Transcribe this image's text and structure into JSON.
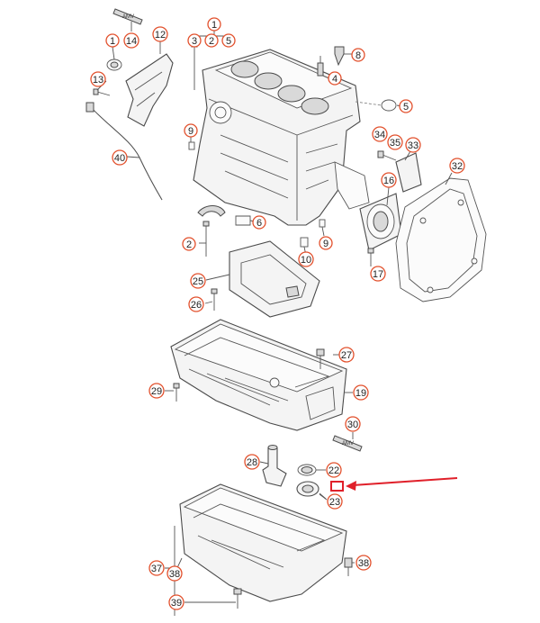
{
  "diagram": {
    "callouts": {
      "c1": "1",
      "c1b": "1",
      "c2": "2",
      "c2b": "2",
      "c3": "3",
      "c5": "5",
      "c5b": "5",
      "c6": "6",
      "c8": "8",
      "c9": "9",
      "c9b": "9",
      "c10": "10",
      "c12": "12",
      "c13": "13",
      "c14": "14",
      "c16": "16",
      "c17": "17",
      "c19": "19",
      "c22": "22",
      "c23": "23",
      "c25": "25",
      "c26": "26",
      "c27": "27",
      "c28": "28",
      "c29": "29",
      "c30": "30",
      "c32": "32",
      "c33": "33",
      "c34": "34",
      "c35": "35",
      "c37": "37",
      "c38": "38",
      "c38b": "38",
      "c39": "39",
      "c40": "40",
      "c4": "4"
    },
    "sealant_tube_label": "AMV",
    "sealant_tube_label_2": "AMV",
    "colors": {
      "callout": "#e2502c",
      "arrow": "#e0202a",
      "highlight": "#e0202a",
      "line": "#555555"
    }
  }
}
